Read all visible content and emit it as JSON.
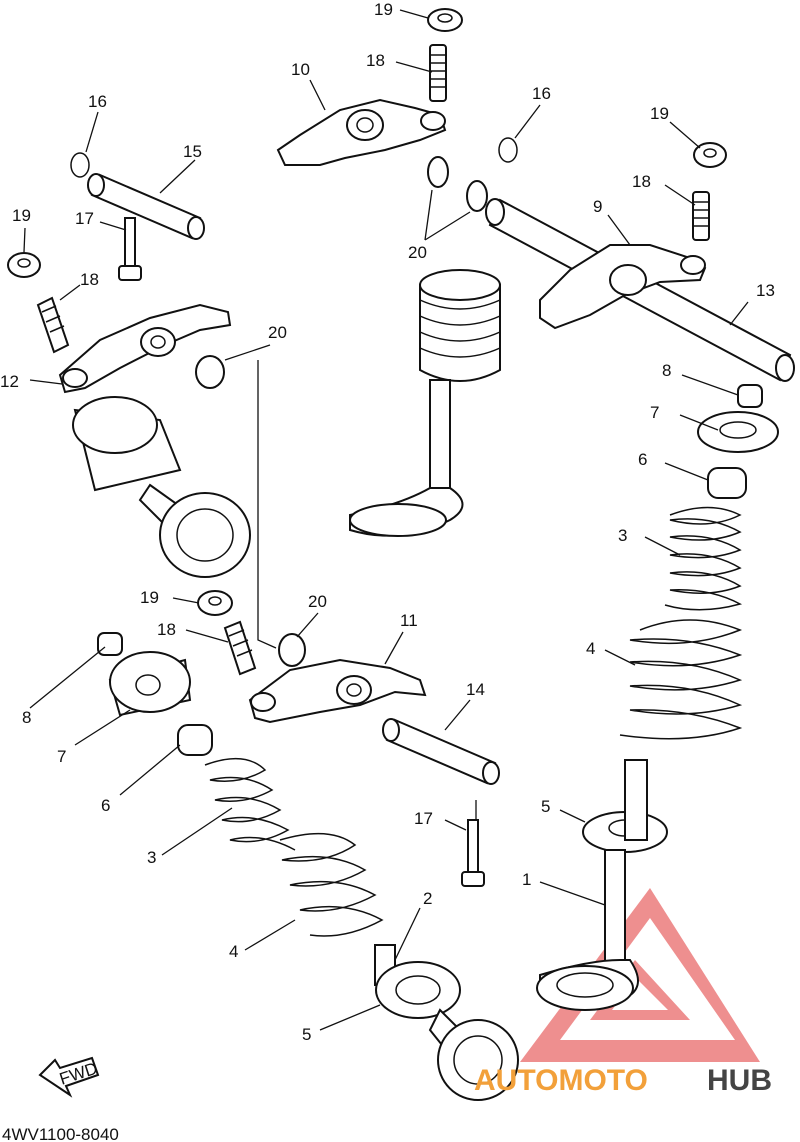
{
  "diagram": {
    "document_code": "4WV1100-8040",
    "fwd_label": "FWD",
    "watermark": {
      "text_part1": "AUTOMOTO",
      "text_part2": "HUB",
      "color_part1": "#f2a03a",
      "color_part2": "#444444",
      "logo_color": "#e24a4a",
      "logo_icon": "triangle-logo-icon"
    },
    "callouts": [
      {
        "id": "c19a",
        "text": "19"
      },
      {
        "id": "c18a",
        "text": "18"
      },
      {
        "id": "c10",
        "text": "10"
      },
      {
        "id": "c16a",
        "text": "16"
      },
      {
        "id": "c15",
        "text": "15"
      },
      {
        "id": "c19b",
        "text": "19"
      },
      {
        "id": "c17a",
        "text": "17"
      },
      {
        "id": "c18b",
        "text": "18"
      },
      {
        "id": "c12",
        "text": "12"
      },
      {
        "id": "c20a",
        "text": "20"
      },
      {
        "id": "c16b",
        "text": "16"
      },
      {
        "id": "c19c",
        "text": "19"
      },
      {
        "id": "c18c",
        "text": "18"
      },
      {
        "id": "c9",
        "text": "9"
      },
      {
        "id": "c20b",
        "text": "20"
      },
      {
        "id": "c13",
        "text": "13"
      },
      {
        "id": "c8a",
        "text": "8"
      },
      {
        "id": "c7a",
        "text": "7"
      },
      {
        "id": "c6a",
        "text": "6"
      },
      {
        "id": "c3a",
        "text": "3"
      },
      {
        "id": "c4a",
        "text": "4"
      },
      {
        "id": "c19d",
        "text": "19"
      },
      {
        "id": "c20c",
        "text": "20"
      },
      {
        "id": "c18d",
        "text": "18"
      },
      {
        "id": "c11",
        "text": "11"
      },
      {
        "id": "c8b",
        "text": "8"
      },
      {
        "id": "c7b",
        "text": "7"
      },
      {
        "id": "c14",
        "text": "14"
      },
      {
        "id": "c6b",
        "text": "6"
      },
      {
        "id": "c5a",
        "text": "5"
      },
      {
        "id": "c17b",
        "text": "17"
      },
      {
        "id": "c3b",
        "text": "3"
      },
      {
        "id": "c1",
        "text": "1"
      },
      {
        "id": "c2",
        "text": "2"
      },
      {
        "id": "c4b",
        "text": "4"
      },
      {
        "id": "c5b",
        "text": "5"
      }
    ]
  }
}
